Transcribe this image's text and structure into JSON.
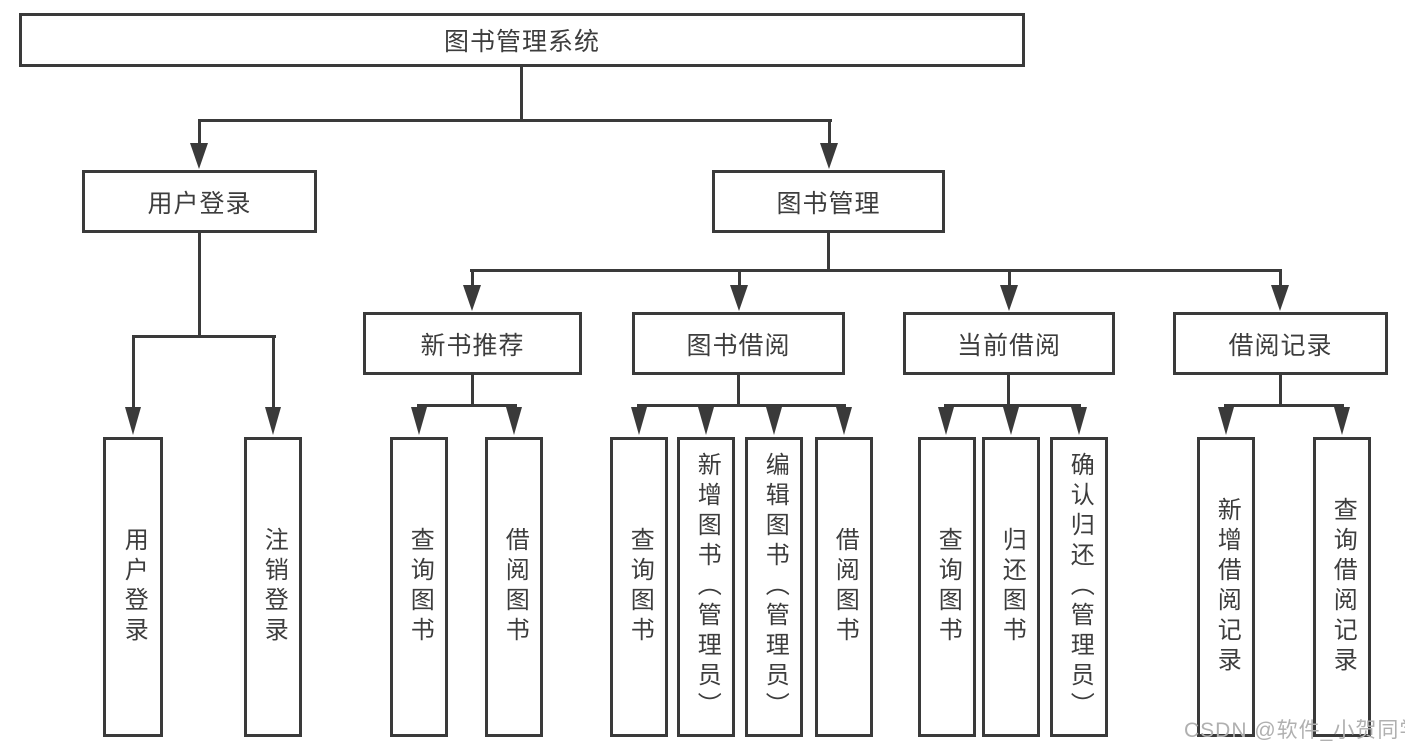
{
  "tree": {
    "root": {
      "label": "图书管理系统",
      "children": [
        {
          "label": "用户登录",
          "children": [
            {
              "label": "用户登录"
            },
            {
              "label": "注销登录"
            }
          ]
        },
        {
          "label": "图书管理",
          "children": [
            {
              "label": "新书推荐",
              "children": [
                {
                  "label": "查询图书"
                },
                {
                  "label": "借阅图书"
                }
              ]
            },
            {
              "label": "图书借阅",
              "children": [
                {
                  "label": "查询图书"
                },
                {
                  "label": "新增图书（管理员）"
                },
                {
                  "label": "编辑图书（管理员）"
                },
                {
                  "label": "借阅图书"
                }
              ]
            },
            {
              "label": "当前借阅",
              "children": [
                {
                  "label": "查询图书"
                },
                {
                  "label": "归还图书"
                },
                {
                  "label": "确认归还（管理员）"
                }
              ]
            },
            {
              "label": "借阅记录",
              "children": [
                {
                  "label": "新增借阅记录"
                },
                {
                  "label": "查询借阅记录"
                }
              ]
            }
          ]
        }
      ]
    }
  },
  "watermark": {
    "text": "CSDN @软件_小贺同学",
    "color": "#b0b0b0"
  },
  "colors": {
    "line": "#3a3a3a",
    "text": "#3d3d3d",
    "background": "#ffffff"
  }
}
